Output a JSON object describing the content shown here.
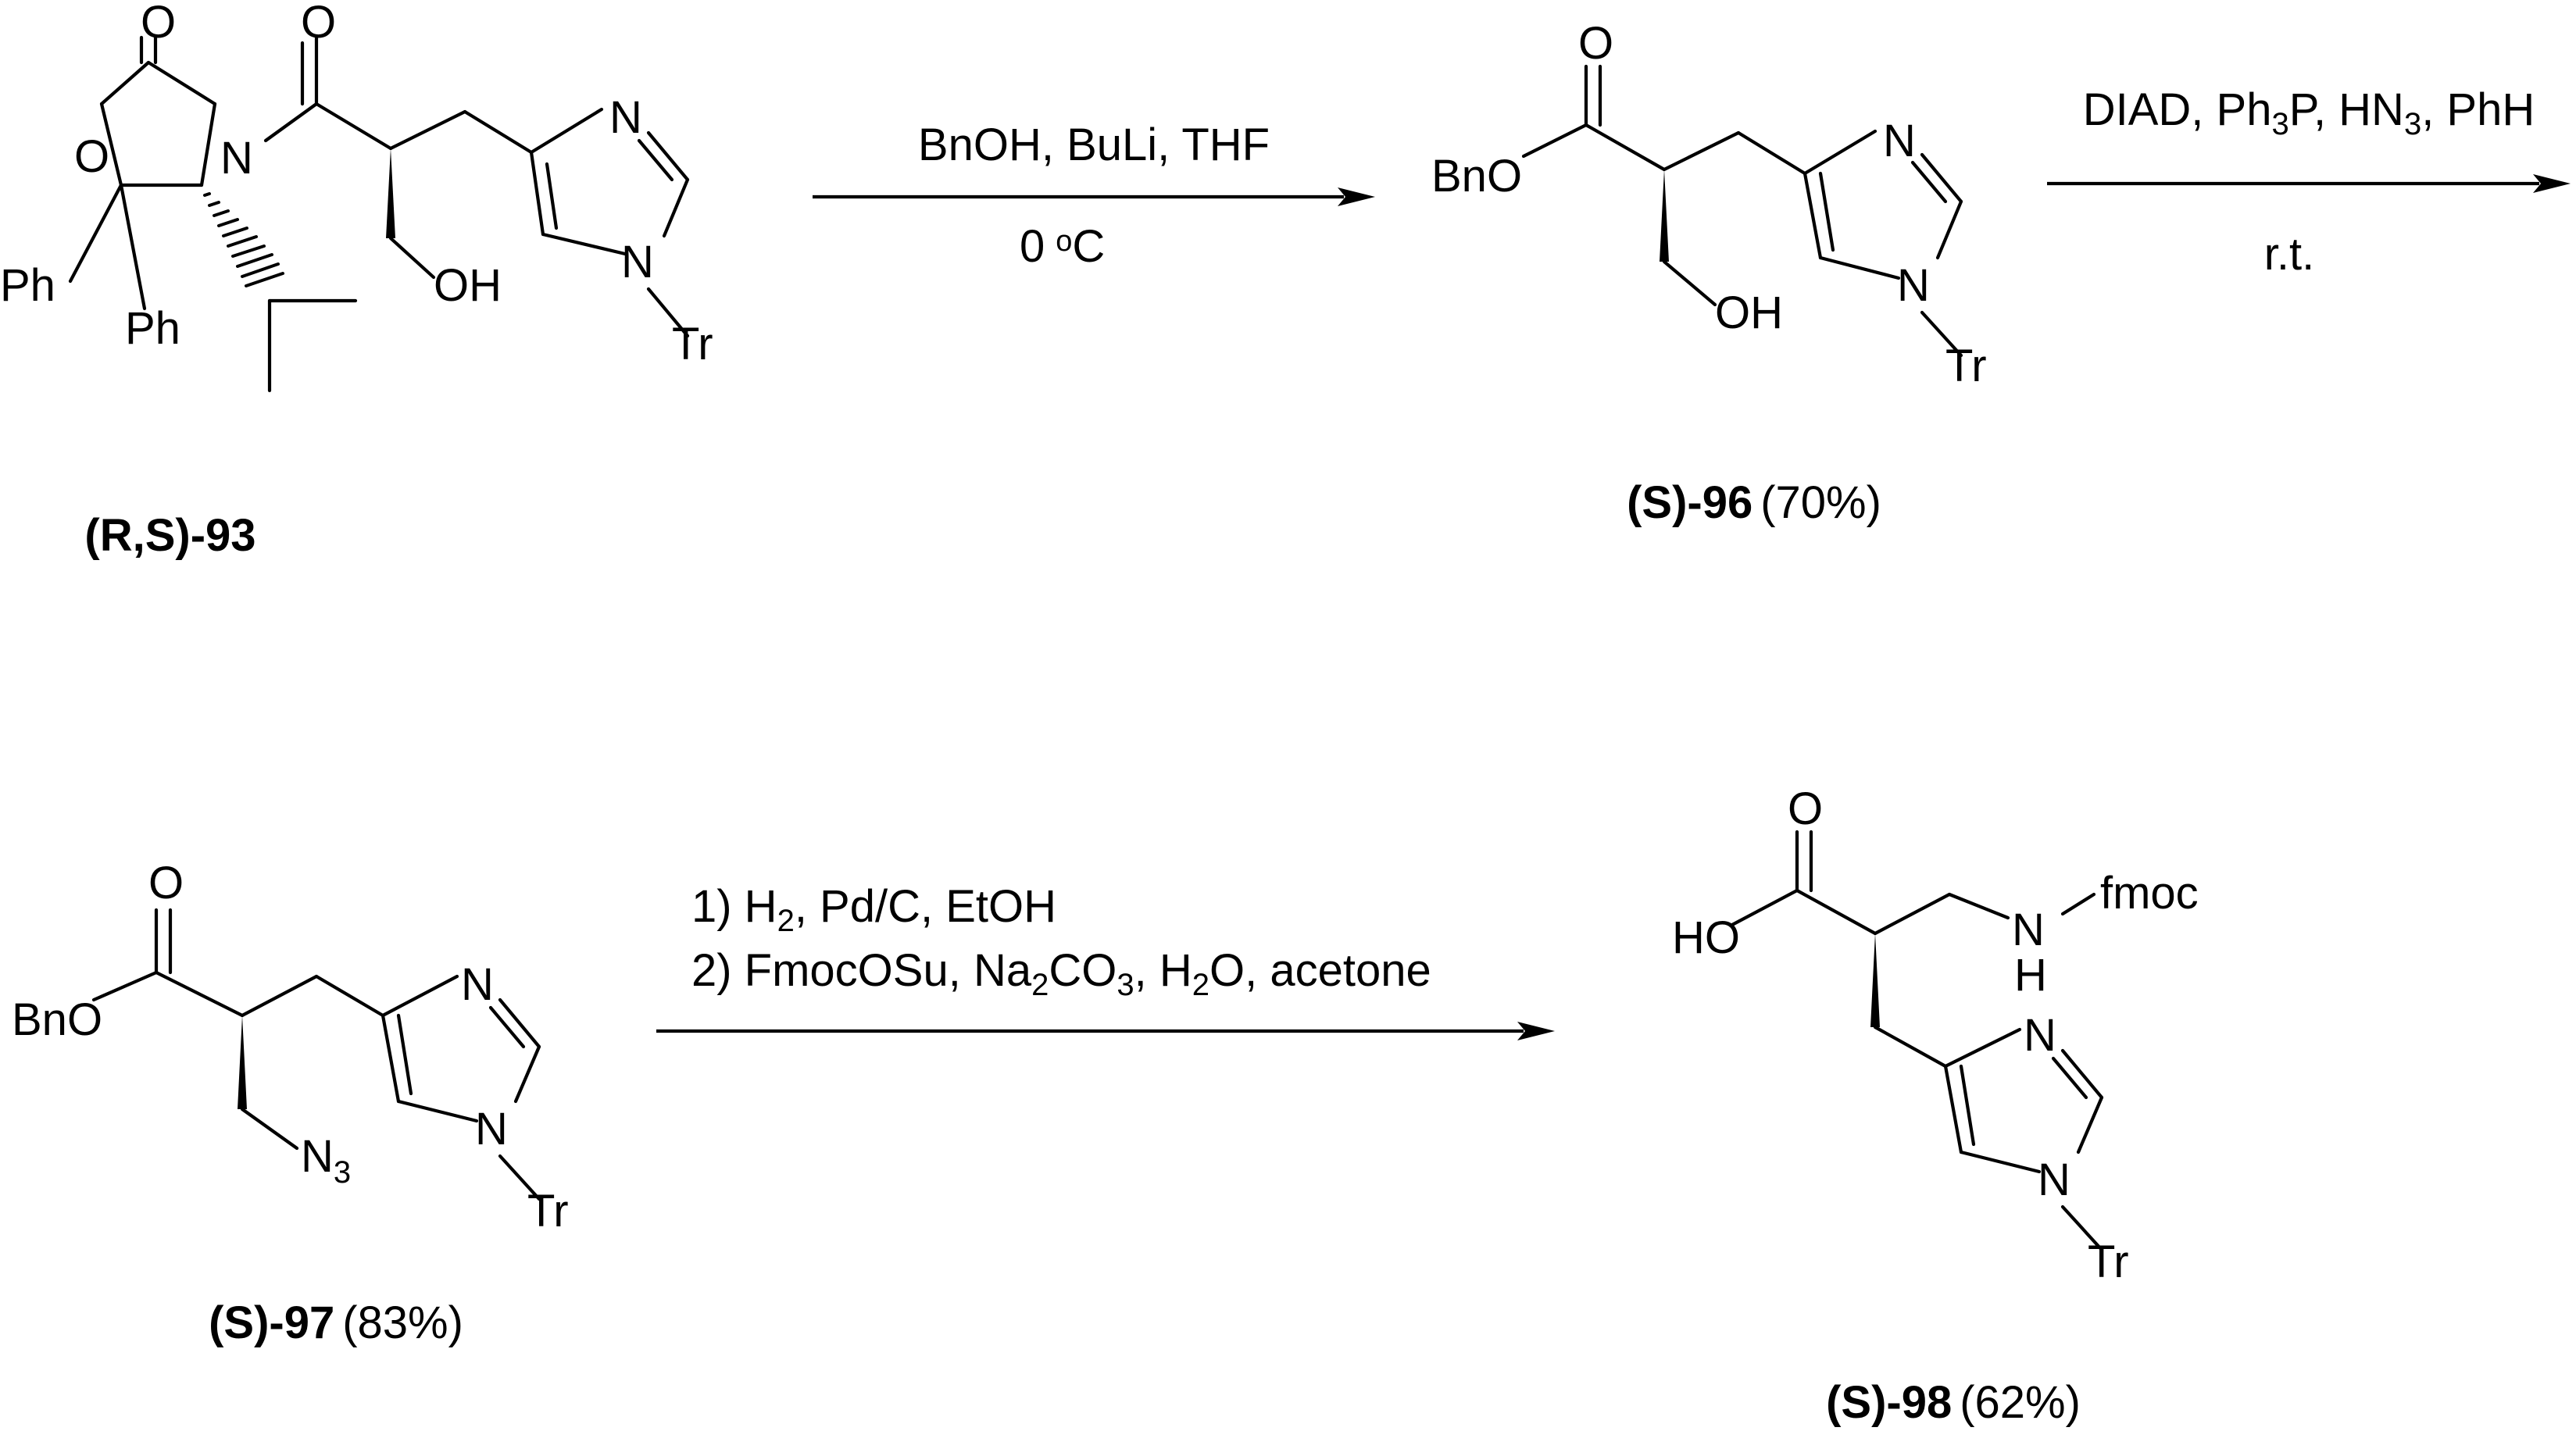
{
  "compounds": {
    "c93": {
      "label": "(R,S)-93",
      "yield": ""
    },
    "c96": {
      "label": "(S)-96",
      "yield": "(70%)"
    },
    "c97": {
      "label": "(S)-97",
      "yield": "(83%)"
    },
    "c98": {
      "label": "(S)-98",
      "yield": "(62%)"
    }
  },
  "reactions": {
    "r1": {
      "above": "BnOH, BuLi, THF",
      "below_num": "0",
      "below_deg": "o",
      "below_unit": "C"
    },
    "r2": {
      "above_a": "DIAD, Ph",
      "above_a_sub": "3",
      "above_b": "P, HN",
      "above_b_sub": "3",
      "above_c": ", PhH",
      "below": "r.t."
    },
    "r3": {
      "line1_a": "1) H",
      "line1_sub": "2",
      "line1_b": ", Pd/C, EtOH",
      "line2_a": "2) FmocOSu, Na",
      "line2_sub1": "2",
      "line2_b": "CO",
      "line2_sub2": "3",
      "line2_c": ", H",
      "line2_sub3": "2",
      "line2_d": "O, acetone"
    }
  },
  "atoms": {
    "O": "O",
    "N": "N",
    "H": "H",
    "OH": "OH",
    "HO": "HO",
    "BnO": "BnO",
    "Ph": "Ph",
    "Tr": "Tr",
    "fmoc": "fmoc",
    "N3_N": "N",
    "N3_sub": "3"
  }
}
